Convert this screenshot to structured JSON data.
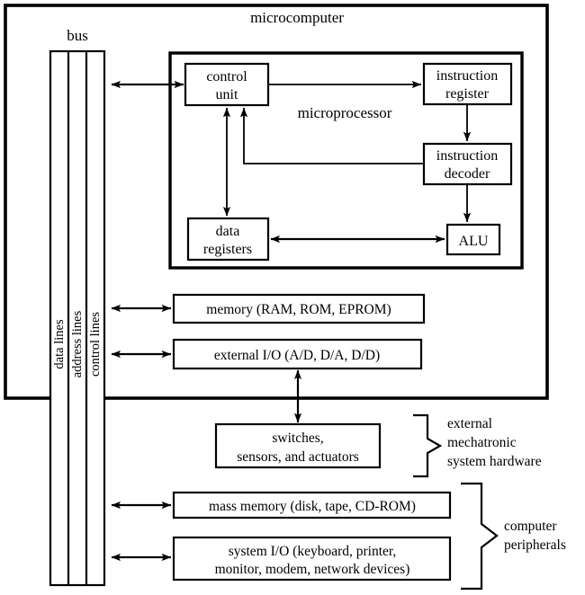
{
  "diagram": {
    "title": "microcomputer",
    "bus": {
      "label": "bus",
      "lanes": [
        {
          "label": "data lines"
        },
        {
          "label": "address lines"
        },
        {
          "label": "control lines"
        }
      ]
    },
    "microprocessor": {
      "label": "microprocessor",
      "blocks": [
        {
          "id": "control-unit",
          "line1": "control",
          "line2": "unit"
        },
        {
          "id": "instruction-register",
          "line1": "instruction",
          "line2": "register"
        },
        {
          "id": "instruction-decoder",
          "line1": "instruction",
          "line2": "decoder"
        },
        {
          "id": "data-registers",
          "line1": "data",
          "line2": "registers"
        },
        {
          "id": "alu",
          "line1": "ALU",
          "line2": ""
        }
      ]
    },
    "system_blocks": [
      {
        "id": "memory",
        "line1": "memory (RAM, ROM, EPROM)",
        "line2": ""
      },
      {
        "id": "external-io",
        "line1": "external I/O (A/D, D/A, D/D)",
        "line2": ""
      },
      {
        "id": "switches",
        "line1": "switches,",
        "line2": "sensors, and actuators"
      },
      {
        "id": "mass-memory",
        "line1": "mass memory (disk, tape, CD-ROM)",
        "line2": ""
      },
      {
        "id": "system-io",
        "line1": "system I/O (keyboard, printer,",
        "line2": "monitor, modem, network devices)"
      }
    ],
    "brace_labels": [
      {
        "id": "external-mechatronic",
        "line1": "external",
        "line2": "mechatronic",
        "line3": "system hardware"
      },
      {
        "id": "computer-peripherals",
        "line1": "computer",
        "line2": "peripherals",
        "line3": ""
      }
    ],
    "colors": {
      "stroke": "#000000",
      "background": "#ffffff"
    }
  }
}
